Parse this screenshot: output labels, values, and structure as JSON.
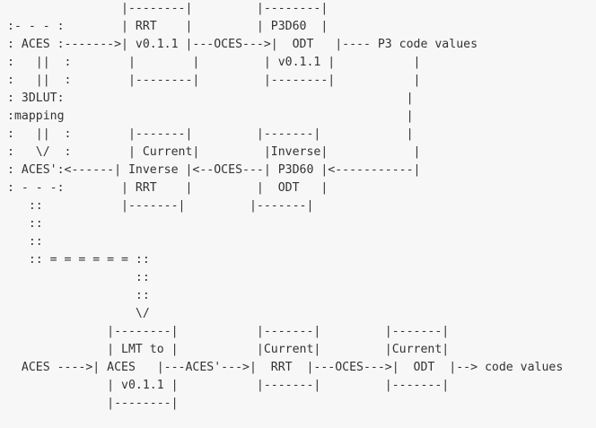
{
  "diagram": {
    "lines": [
      "                |--------|         |--------|",
      ":- - - :        | RRT    |         | P3D60  |",
      ": ACES :------->| v0.1.1 |---OCES--->|  ODT   |---- P3 code values",
      ":   ||  :        |        |         | v0.1.1 |           |",
      ":   ||  :        |--------|         |--------|           |",
      ": 3DLUT:                                                |",
      ":mapping                                                |",
      ":   ||  :        |-------|         |-------|            |",
      ":   \\/  :        | Current|         |Inverse|            |",
      ": ACES':<------| Inverse |<--OCES---| P3D60 |<-----------|",
      ": - - -:        | RRT    |         |  ODT   |",
      "   ::           |-------|         |-------|",
      "   ::",
      "   ::",
      "   :: = = = = = = ::",
      "                  ::",
      "                  ::",
      "                  \\/",
      "              |--------|           |-------|         |-------|",
      "              | LMT to |           |Current|         |Current|",
      "  ACES ---->| ACES   |---ACES'--->|  RRT  |---OCES--->|  ODT  |--> code values",
      "              | v0.1.1 |           |-------|         |-------|",
      "              |--------|"
    ]
  }
}
